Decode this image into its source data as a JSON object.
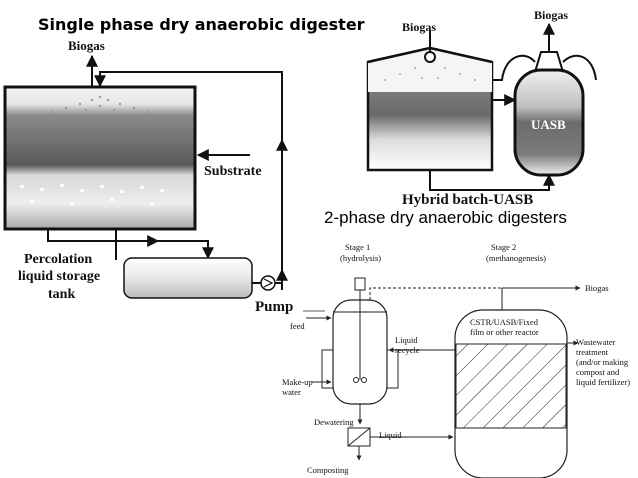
{
  "titles": {
    "single_phase": "Single phase dry anaerobic digester",
    "two_phase": "2-phase dry anaerobic digesters"
  },
  "single_phase_diagram": {
    "biogas": "Biogas",
    "substrate": "Substrate",
    "percolation_line1": "Percolation",
    "percolation_line2": "liquid storage",
    "percolation_line3": "tank",
    "pump": "Pump"
  },
  "hybrid_diagram": {
    "biogas_left": "Biogas",
    "biogas_right": "Biogas",
    "uasb": "UASB",
    "caption": "Hybrid batch-UASB"
  },
  "two_phase_diagram": {
    "stage1": "Stage 1",
    "stage1_sub": "(hydrolysis)",
    "stage2": "Stage 2",
    "stage2_sub": "(methanogenesis)",
    "biogas": "Biogas",
    "feed": "feed",
    "liquid_recycle_1": "Liquid",
    "liquid_recycle_2": "recycle",
    "reactor_1": "CSTR/UASB/Fixed",
    "reactor_2": "film or other reactor",
    "wastewater_1": "Wastewater",
    "wastewater_2": "treatment",
    "wastewater_3": "(and/or making",
    "wastewater_4": "compost and",
    "wastewater_5": "liquid fertilizer)",
    "makeup_1": "Make-up",
    "makeup_2": "water",
    "dewatering": "Dewatering",
    "liquid": "Liquid",
    "composting": "Composting"
  }
}
